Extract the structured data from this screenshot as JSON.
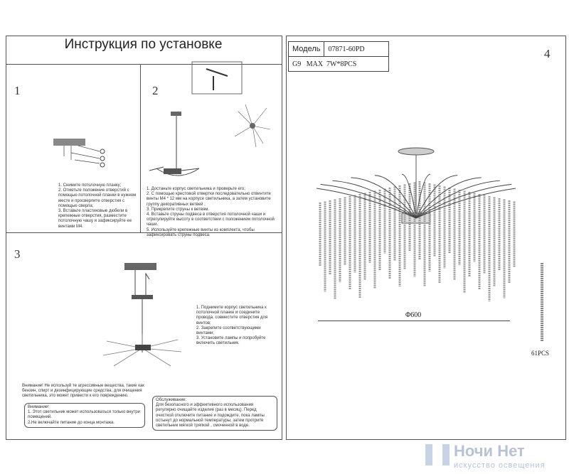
{
  "left": {
    "title": "Инструкция по установке",
    "step1": {
      "num": "1",
      "text": "1. Снимите потолочную планку;\n2. Отметьте положение отверстий с помощью потолочной планки в нужном месте и просверлите отверстия с помощью сверла;\n3. Вставьте пластиковые дюбели в крепежные отверстия, разместите потолочную чашу и зафиксируйте ее винтами М4."
    },
    "step2": {
      "num": "2",
      "text": "1. Достаньте корпус светильника и проверьте его;\n2. С помощью крестовой отвертки последовательно отвинтите винты М4 * 12 мм на корпусе светильника, а затем установите группу декоративных ветвей ;\n3. Прикрепите струны к ветвям.\n4. Вставьте струны подвеса в отверстия потолочной чаши и отрегулируйте высоту в соответствии с положением потолочной чаши.\n5. Используйте крепежные винты из комплекта, чтобы зафиксировать струны подвеса."
    },
    "step3": {
      "num": "3",
      "text": "1. Поднимите корпус светильника к потолочной планке и соедините провода, совместите отверстия для винтов;\n2. Закрепите соответствующими винтами;\n3. Установите лампы и попробуйте включить светильник."
    },
    "warning": "Внимание! Не используй те агрессивные вещества, такие как бензин, спирт и дезинфицирующие средства, для очищения светильника, это может привести к его повреждению.",
    "notice": {
      "title": "Внимание!",
      "text": "1. Этот светильник может использоваться только внутри помещений.\n2.Не включайте питание до конца монтажа."
    },
    "service": {
      "title": "Обслуживание:",
      "text": "Для безопасного и эффективного использования регулярно очищайте изделие (раз в месяц). Перед очисткой отключите питание и подождите, пока лампы остынут до нормальной температуры, затем протрите светильник мягкой тряпкой , смоченной в воде."
    }
  },
  "right": {
    "num": "4",
    "model_label": "Модель",
    "model_value": "07871-60PD",
    "lamp": "G9   MAX  7W*8PCS",
    "diameter": "Φ600",
    "strings": "61PCS"
  },
  "logo": {
    "name": "Ночи Нет",
    "tagline": "искусство освещения"
  }
}
